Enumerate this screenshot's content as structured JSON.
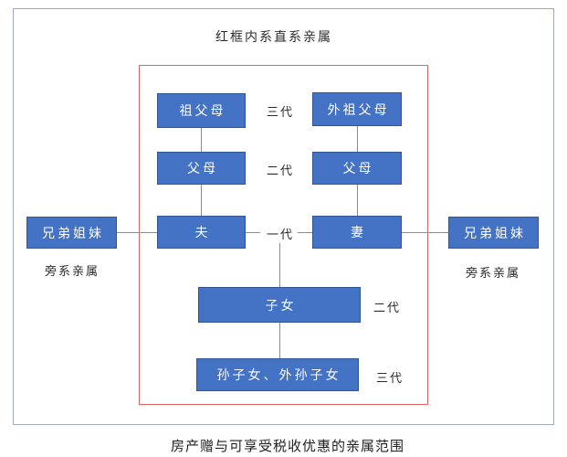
{
  "title": "红框内系直系亲属",
  "caption": "房产赠与可享受税收优惠的亲属范围",
  "colors": {
    "node_fill": "#4472c4",
    "node_border": "#2f5597",
    "node_text": "#ffffff",
    "direct_frame_red": "#e06565",
    "outer_border_gray": "#a3abb8",
    "connector_gray": "#8c8c8c"
  },
  "nodes": {
    "paternal_grandparents": "祖父母",
    "maternal_grandparents": "外祖父母",
    "husband_parents": "父母",
    "wife_parents": "父母",
    "husband": "夫",
    "wife": "妻",
    "children": "子女",
    "grandchildren": "孙子女、外孙子女",
    "siblings_left": "兄弟姐妹",
    "siblings_right": "兄弟姐妹"
  },
  "generation_labels": {
    "gen3_top": "三代",
    "gen2_top": "二代",
    "gen1_middle": "一代",
    "gen2_bottom": "二代",
    "gen3_bottom": "三代"
  },
  "side_labels": {
    "collateral_left": "旁系亲属",
    "collateral_right": "旁系亲属"
  }
}
